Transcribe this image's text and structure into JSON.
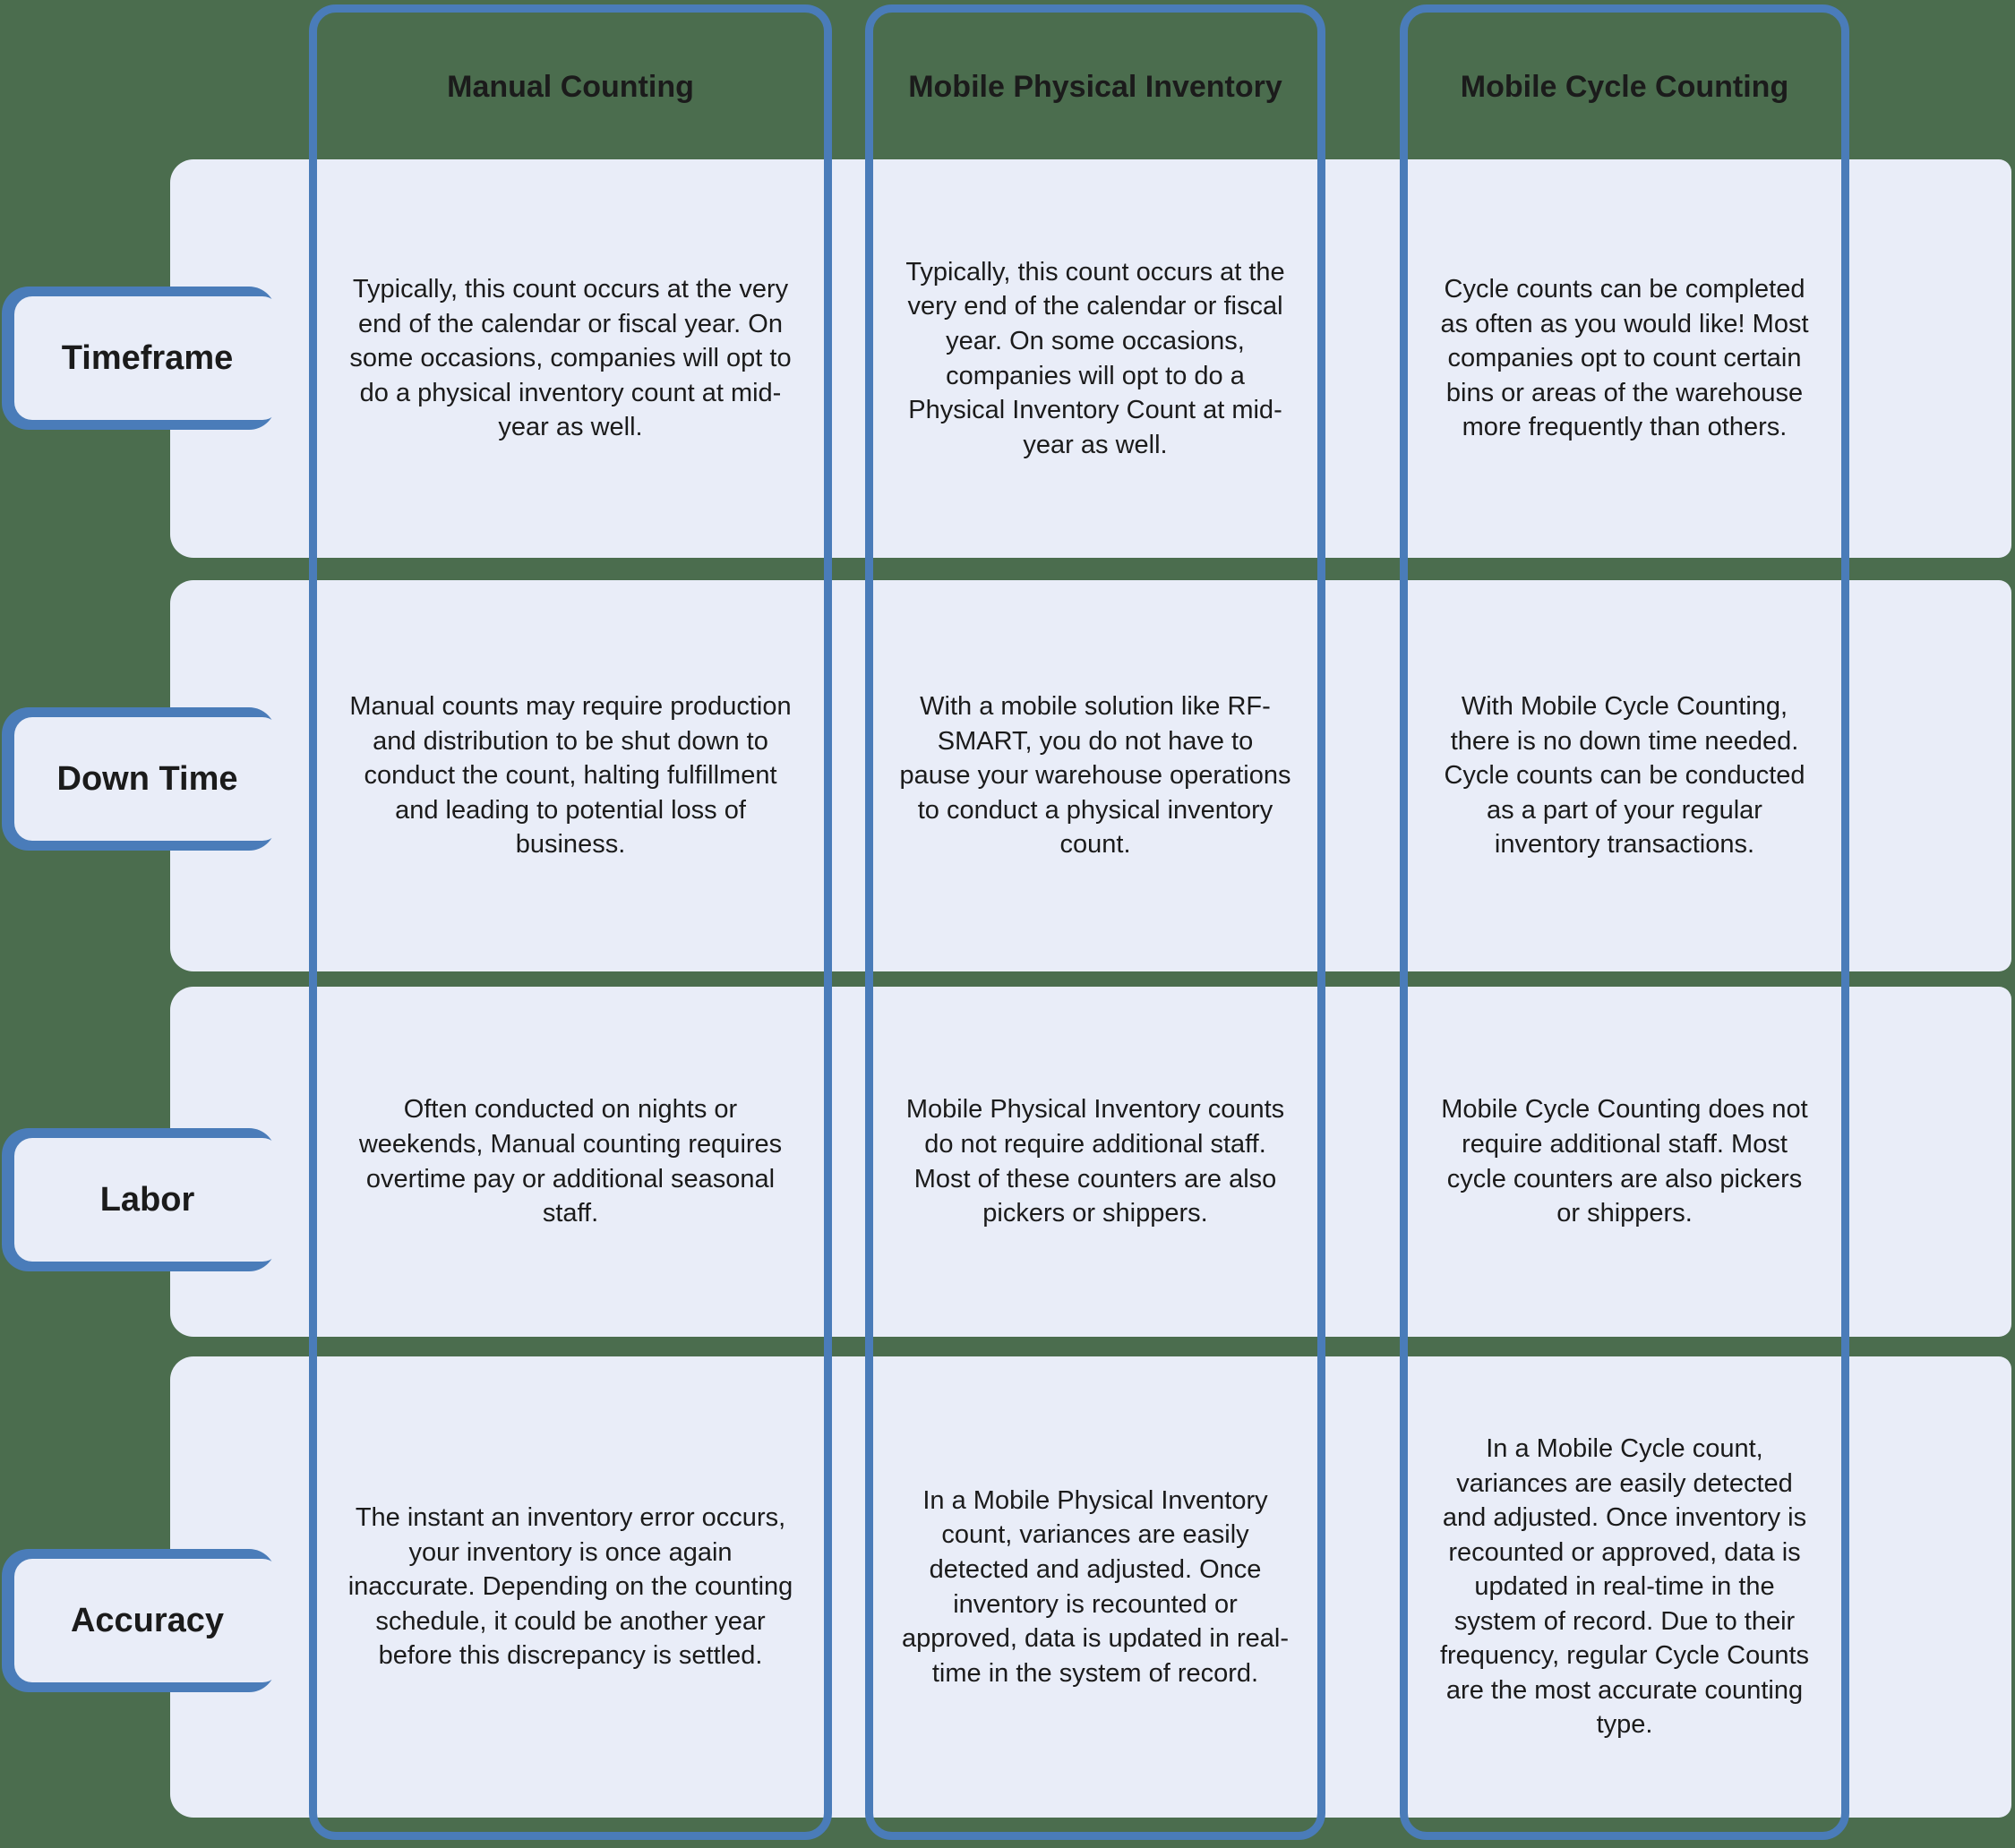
{
  "colors": {
    "background": "#4B6D4E",
    "accent_blue": "#4A7CB9",
    "cell_background": "#E9EDF8",
    "text": "#1B1B1B"
  },
  "table": {
    "columns": [
      {
        "header": "Manual Counting"
      },
      {
        "header": "Mobile Physical Inventory"
      },
      {
        "header": "Mobile Cycle Counting"
      }
    ],
    "rows": [
      {
        "label": "Timeframe",
        "cells": [
          "Typically, this count occurs at the very end of the calendar or fiscal year. On some occasions, companies will opt to do a physical inventory count at mid-year as well.",
          "Typically, this count occurs at the very end of the calendar or fiscal year. On some occasions, companies will opt to do a Physical Inventory Count at mid-year as well.",
          "Cycle counts can be completed as often as you would like! Most companies opt to count certain bins or areas of the warehouse more frequently than others."
        ]
      },
      {
        "label": "Down Time",
        "cells": [
          "Manual counts may require production and distribution to be shut down to conduct the count, halting fulfillment and leading to potential loss of business.",
          "With a mobile solution like RF-SMART, you do not have to pause your warehouse operations to conduct a physical inventory count.",
          "With Mobile Cycle Counting, there is no down time needed. Cycle counts can be conducted as a part of your regular inventory transactions."
        ]
      },
      {
        "label": "Labor",
        "cells": [
          "Often conducted on nights or weekends, Manual counting requires overtime pay or additional seasonal staff.",
          "Mobile Physical Inventory counts do not require additional staff. Most of these counters are also pickers or shippers.",
          "Mobile Cycle Counting does not require additional staff. Most cycle counters are also pickers or shippers."
        ]
      },
      {
        "label": "Accuracy",
        "cells": [
          "The instant an inventory error occurs, your inventory is once again inaccurate. Depending on the counting schedule, it could be another year before this discrepancy is settled.",
          "In a Mobile Physical Inventory count, variances are easily detected and adjusted. Once inventory is recounted or approved, data is updated in real-time in the system of record.",
          "In a Mobile Cycle count, variances are easily detected and adjusted. Once inventory is recounted or approved, data is updated in real-time in the system of record. Due to their frequency, regular Cycle Counts are the most accurate counting type."
        ]
      }
    ]
  }
}
